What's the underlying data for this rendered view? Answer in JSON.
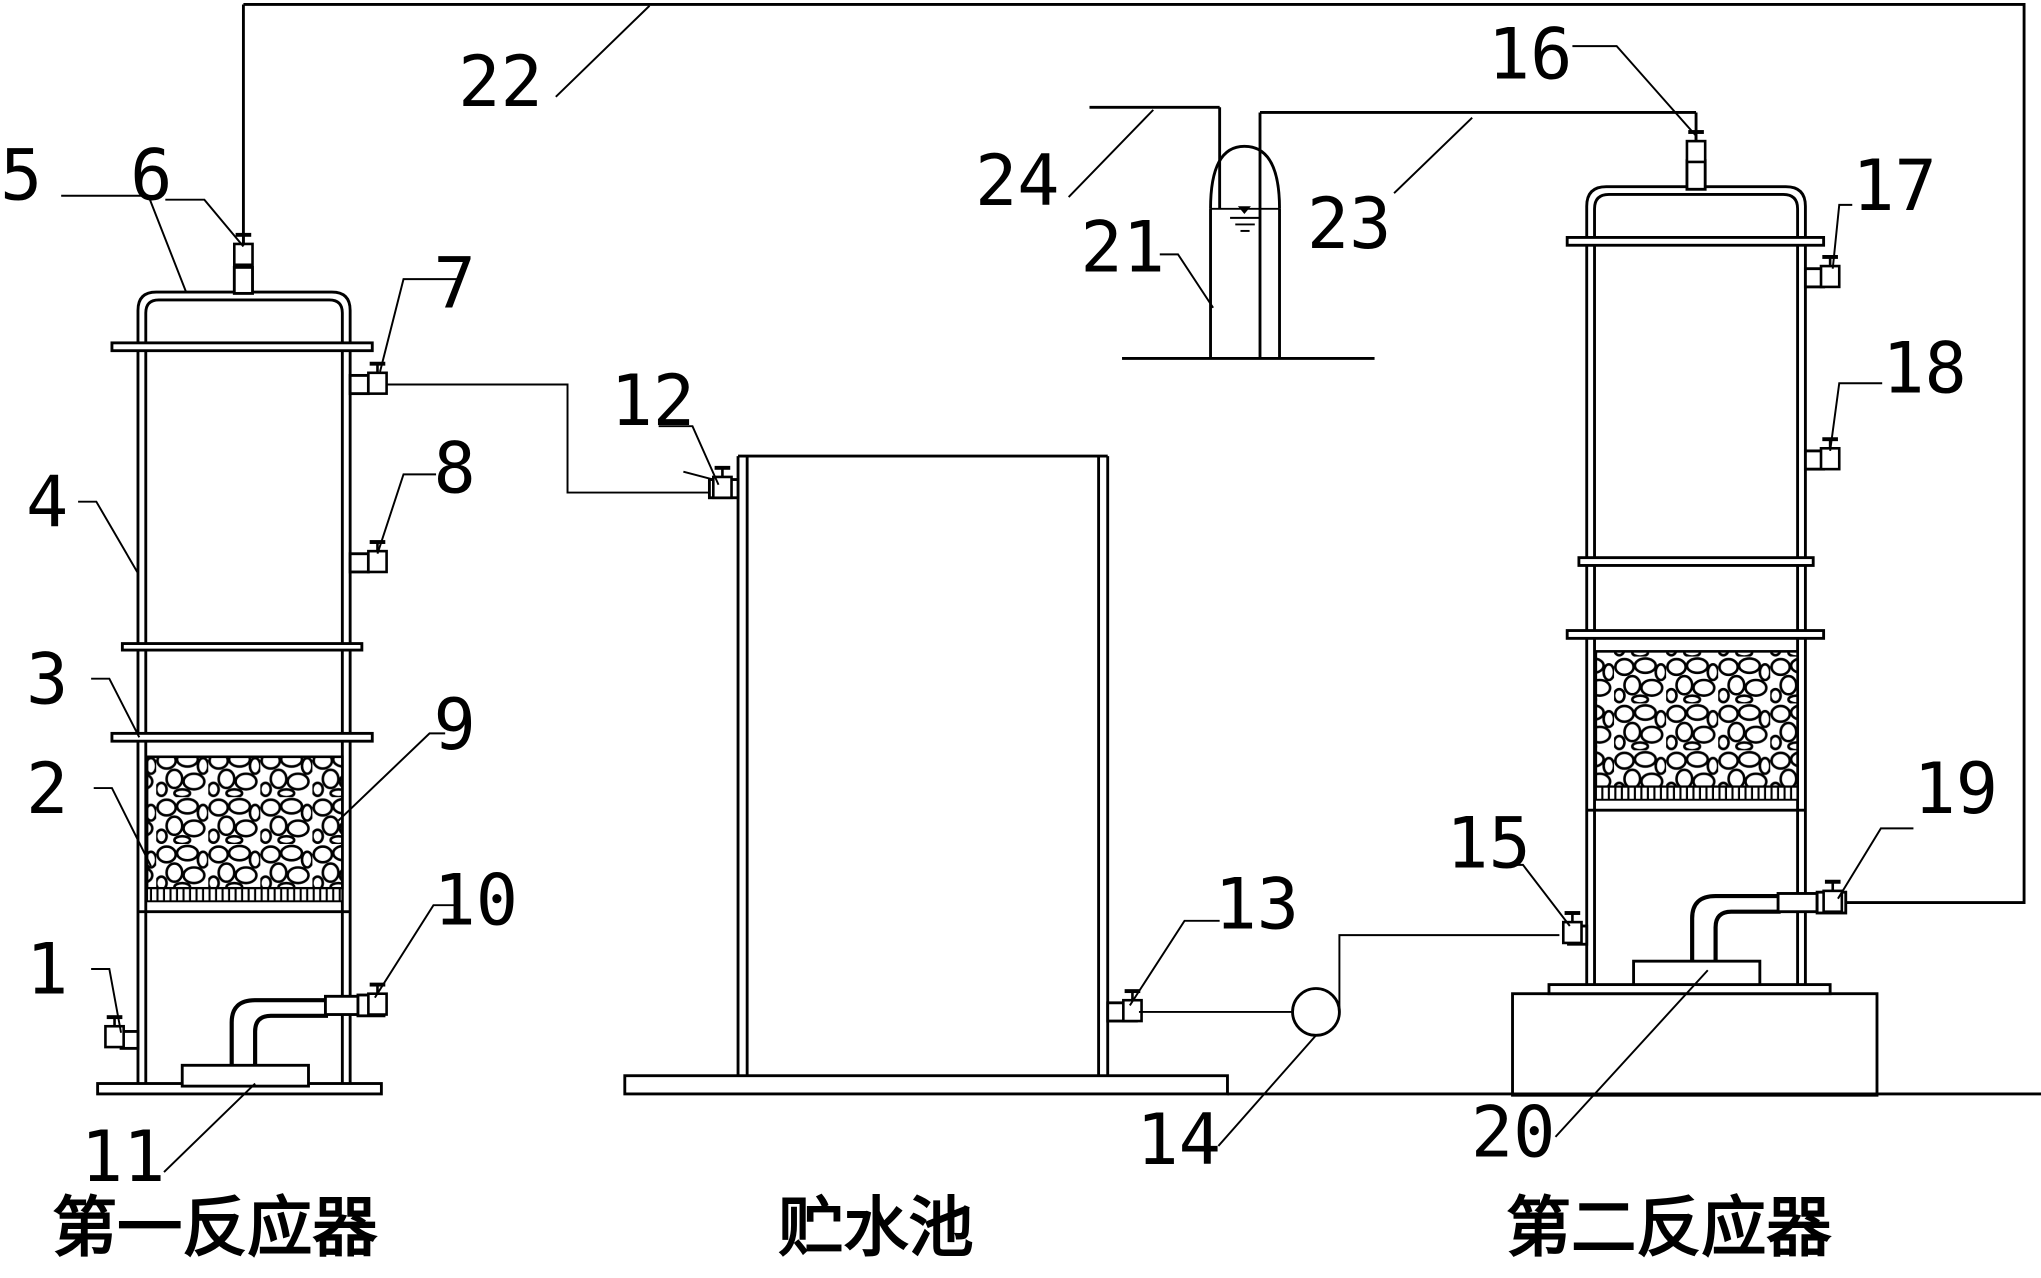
{
  "captions": {
    "reactor1": "第一反应器",
    "tank": "贮水池",
    "reactor2": "第二反应器"
  },
  "labels": {
    "n1": "1",
    "n2": "2",
    "n3": "3",
    "n4": "4",
    "n5": "5",
    "n6": "6",
    "n7": "7",
    "n8": "8",
    "n9": "9",
    "n10": "10",
    "n11": "11",
    "n12": "12",
    "n13": "13",
    "n14": "14",
    "n15": "15",
    "n16": "16",
    "n17": "17",
    "n18": "18",
    "n19": "19",
    "n20": "20",
    "n21": "21",
    "n22": "22",
    "n23": "23",
    "n24": "24"
  }
}
